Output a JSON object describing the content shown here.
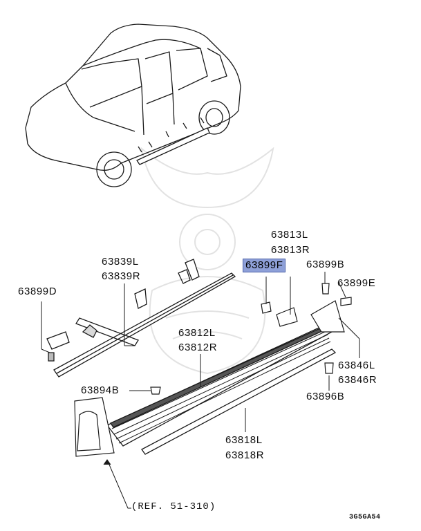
{
  "callouts": {
    "p63813L": "63813L",
    "p63813R": "63813R",
    "p63899F": "63899F",
    "p63899B": "63899B",
    "p63899E": "63899E",
    "p63839L": "63839L",
    "p63839R": "63839R",
    "p63899D": "63899D",
    "p63812L": "63812L",
    "p63812R": "63812R",
    "p63846L": "63846L",
    "p63846R": "63846R",
    "p63894B": "63894B",
    "p63896B": "63896B",
    "p63818L": "63818L",
    "p63818R": "63818R"
  },
  "reference": "(REF. 51-310)",
  "diagram_code": "3G5GA54",
  "colors": {
    "line": "#1a1a1a",
    "highlight": "#8ea0d8",
    "watermark": "#e4e4e4"
  }
}
